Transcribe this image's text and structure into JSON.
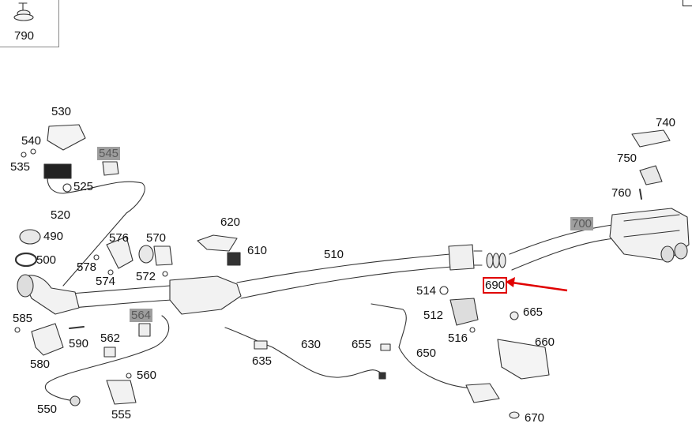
{
  "diagram": {
    "inset_part": "790",
    "highlight_color": "#e00000",
    "parts": [
      {
        "id": "p530",
        "num": "530",
        "grayed": false
      },
      {
        "id": "p540",
        "num": "540",
        "grayed": false
      },
      {
        "id": "p535",
        "num": "535",
        "grayed": false
      },
      {
        "id": "p545",
        "num": "545",
        "grayed": true
      },
      {
        "id": "p525",
        "num": "525",
        "grayed": false
      },
      {
        "id": "p520",
        "num": "520",
        "grayed": false
      },
      {
        "id": "p490",
        "num": "490",
        "grayed": false
      },
      {
        "id": "p500",
        "num": "500",
        "grayed": false
      },
      {
        "id": "p576",
        "num": "576",
        "grayed": false
      },
      {
        "id": "p570",
        "num": "570",
        "grayed": false
      },
      {
        "id": "p578",
        "num": "578",
        "grayed": false
      },
      {
        "id": "p574",
        "num": "574",
        "grayed": false
      },
      {
        "id": "p572",
        "num": "572",
        "grayed": false
      },
      {
        "id": "p620",
        "num": "620",
        "grayed": false
      },
      {
        "id": "p610",
        "num": "610",
        "grayed": false
      },
      {
        "id": "p510",
        "num": "510",
        "grayed": false
      },
      {
        "id": "p514",
        "num": "514",
        "grayed": false
      },
      {
        "id": "p690",
        "num": "690",
        "grayed": false,
        "highlighted": true
      },
      {
        "id": "p700",
        "num": "700",
        "grayed": true
      },
      {
        "id": "p740",
        "num": "740",
        "grayed": false
      },
      {
        "id": "p750",
        "num": "750",
        "grayed": false
      },
      {
        "id": "p760",
        "num": "760",
        "grayed": false
      },
      {
        "id": "p585",
        "num": "585",
        "grayed": false
      },
      {
        "id": "p590",
        "num": "590",
        "grayed": false
      },
      {
        "id": "p564",
        "num": "564",
        "grayed": true
      },
      {
        "id": "p562",
        "num": "562",
        "grayed": false
      },
      {
        "id": "p580",
        "num": "580",
        "grayed": false
      },
      {
        "id": "p560",
        "num": "560",
        "grayed": false
      },
      {
        "id": "p550",
        "num": "550",
        "grayed": false
      },
      {
        "id": "p555",
        "num": "555",
        "grayed": false
      },
      {
        "id": "p512",
        "num": "512",
        "grayed": false
      },
      {
        "id": "p516",
        "num": "516",
        "grayed": false
      },
      {
        "id": "p665",
        "num": "665",
        "grayed": false
      },
      {
        "id": "p660",
        "num": "660",
        "grayed": false
      },
      {
        "id": "p630",
        "num": "630",
        "grayed": false
      },
      {
        "id": "p635",
        "num": "635",
        "grayed": false
      },
      {
        "id": "p655",
        "num": "655",
        "grayed": false
      },
      {
        "id": "p650",
        "num": "650",
        "grayed": false
      },
      {
        "id": "p670",
        "num": "670",
        "grayed": false
      }
    ]
  }
}
